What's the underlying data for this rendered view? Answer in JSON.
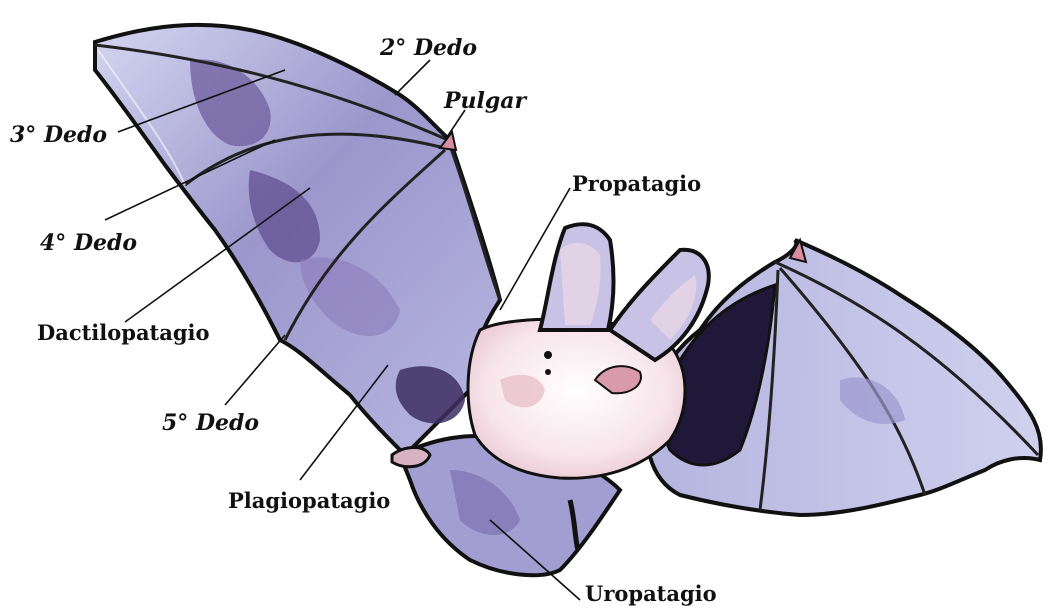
{
  "labels": {
    "dedo2": "2° Dedo",
    "pulgar": "Pulgar",
    "dedo3": "3° Dedo",
    "propatagio": "Propatagio",
    "dedo4": "4° Dedo",
    "dactilopatagio": "Dactilopatagio",
    "dedo5": "5° Dedo",
    "plagiopatagio": "Plagiopatagio",
    "uropatagio": "Uropatagio"
  },
  "colors": {
    "membrane_light": "#c7c9ea",
    "membrane_mid": "#8a84c0",
    "membrane_dark": "#4a3c78",
    "body_fur": "#f6e6ea",
    "ear_pink": "#d9b8c8",
    "pink_edge": "#d98c9e",
    "outline": "#111111"
  }
}
